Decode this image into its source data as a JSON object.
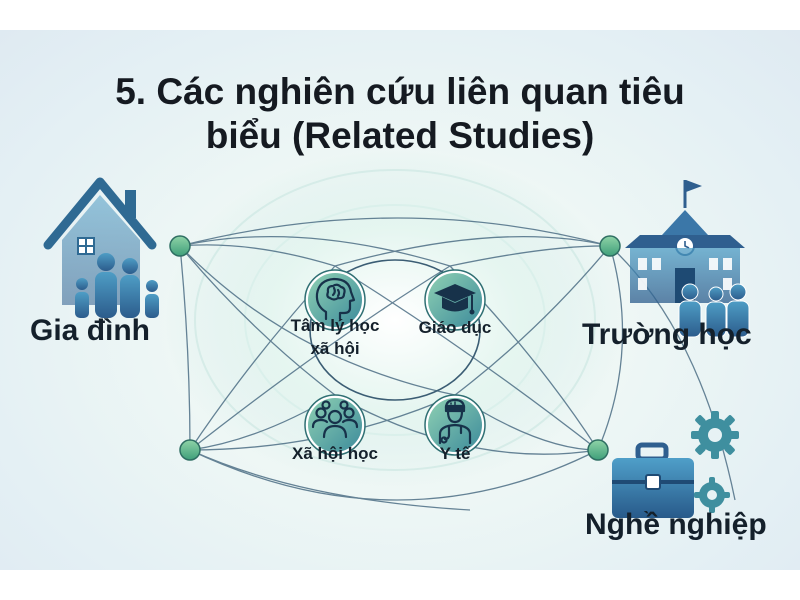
{
  "title": "5. Các nghiên cứu liên quan tiêu biểu (Related Studies)",
  "outer_nodes": {
    "family": {
      "label": "Gia đình",
      "icon": "house-family-icon"
    },
    "school": {
      "label": "Trường học",
      "icon": "school-building-students-icon"
    },
    "career": {
      "label": "Nghề nghiệp",
      "icon": "briefcase-gears-icon"
    }
  },
  "inner_nodes": {
    "psychology": {
      "label_line1": "Tâm lý học",
      "label_line2": "xã hội",
      "icon": "brain-head-icon"
    },
    "education": {
      "label": "Giáo dục",
      "icon": "graduation-cap-icon"
    },
    "sociology": {
      "label": "Xã hội học",
      "icon": "people-group-icon"
    },
    "health": {
      "label": "Y tế",
      "icon": "doctor-icon"
    }
  },
  "colors": {
    "icon_blue": "#2f5f8f",
    "icon_teal": "#3e9a86",
    "node_green": "#5fb486",
    "line": "#4d6e85"
  }
}
